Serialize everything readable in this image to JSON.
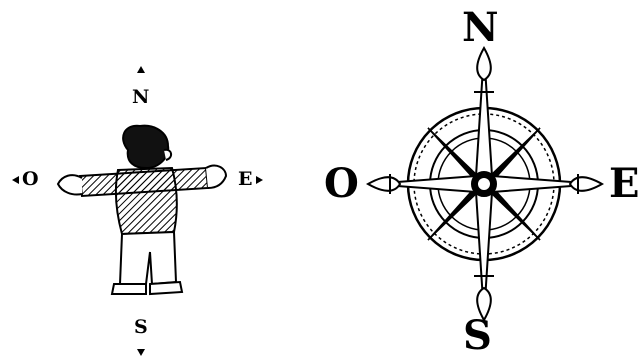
{
  "figure_boy": {
    "north": "N",
    "south": "S",
    "east": "E",
    "west": "O"
  },
  "compass_rose": {
    "north": "N",
    "south": "S",
    "east": "E",
    "west": "O"
  }
}
